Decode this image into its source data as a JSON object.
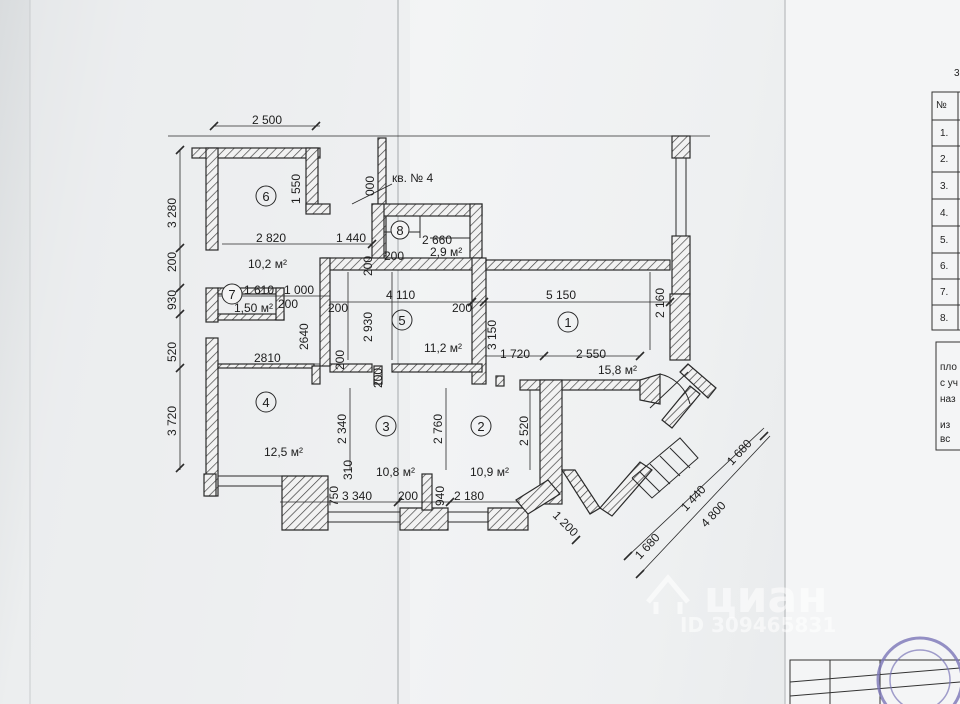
{
  "apartment_label": "кв. № 4",
  "rooms": [
    {
      "num": "1",
      "area": "15,8 м²"
    },
    {
      "num": "2",
      "area": "10,9 м²"
    },
    {
      "num": "3",
      "area": "10,8 м²"
    },
    {
      "num": "4",
      "area": "12,5 м²"
    },
    {
      "num": "5",
      "area": "11,2 м²"
    },
    {
      "num": "6",
      "area": "10,2 м²"
    },
    {
      "num": "7",
      "area": "1,50 м²"
    },
    {
      "num": "8",
      "area": "2,9 м²"
    }
  ],
  "dimensions": {
    "d2500": "2 500",
    "d1550": "1 550",
    "d3280": "3 280",
    "d200_left": "200",
    "d930": "930",
    "d520": "520",
    "d3720": "3 720",
    "d2820": "2 820",
    "d1440": "1 440",
    "d000": "000",
    "d2660": "2 660",
    "d200_a": "200",
    "d200_b": "200",
    "d1610": "1 610",
    "d1000": "1 000",
    "d200_c": "200",
    "d4110": "4 110",
    "d5150": "5 150",
    "d200_d": "200",
    "d200_e": "200",
    "d2640": "2640",
    "d2930": "2 930",
    "d3150": "3 150",
    "d2160": "2 160",
    "d2810": "2810",
    "d1720": "1 720",
    "d2550": "2 550",
    "d200_f": "200",
    "d200_g": "200",
    "d2340": "2 340",
    "d2760": "2 760",
    "d2520": "2 520",
    "d310": "310",
    "d750": "750",
    "d3340": "3 340",
    "d200_h": "200",
    "d940": "940",
    "d2180": "2 180",
    "d1200": "1 200",
    "d1680_a": "1 680",
    "d1440_b": "1 440",
    "d1680_b": "1 680",
    "d4800": "4 800"
  },
  "side_table": {
    "header": "№",
    "rows": [
      "1.",
      "2.",
      "3.",
      "4.",
      "5.",
      "6.",
      "7.",
      "8."
    ],
    "corner_mark": "3",
    "notes": [
      "пло",
      "с уч",
      "наз",
      "из",
      "вс"
    ]
  },
  "watermark": {
    "brand": "циан",
    "id": "ID 309465831"
  },
  "colors": {
    "line": "#2a2a2a",
    "paper": "#eef0f1"
  }
}
